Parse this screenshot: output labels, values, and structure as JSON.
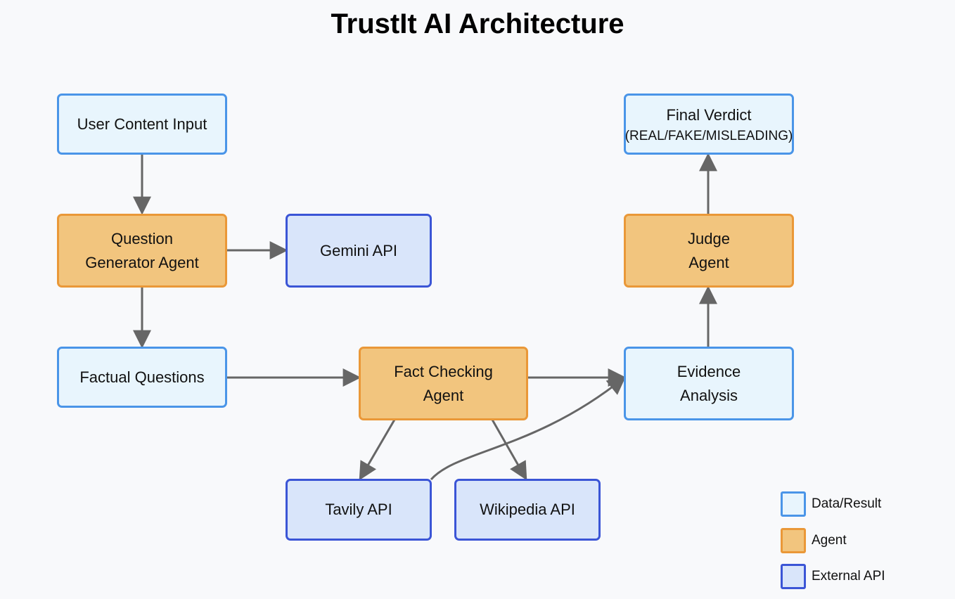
{
  "title": "TrustIt AI Architecture",
  "colors": {
    "data_fill": "#e8f5fd",
    "data_border": "#4a95e8",
    "agent_fill": "#f2c57e",
    "agent_border": "#ea9838",
    "api_fill": "#d9e5fa",
    "api_border": "#3b55d6",
    "arrow": "#666666"
  },
  "nodes": {
    "user_input": {
      "label": "User Content Input",
      "kind": "data"
    },
    "question_generator": {
      "label": "Question",
      "label2": "Generator Agent",
      "kind": "agent"
    },
    "gemini_api": {
      "label": "Gemini API",
      "kind": "api"
    },
    "factual_questions": {
      "label": "Factual Questions",
      "kind": "data"
    },
    "fact_checking": {
      "label": "Fact Checking",
      "label2": "Agent",
      "kind": "agent"
    },
    "tavily_api": {
      "label": "Tavily API",
      "kind": "api"
    },
    "wikipedia_api": {
      "label": "Wikipedia API",
      "kind": "api"
    },
    "evidence_analysis": {
      "label": "Evidence",
      "label2": "Analysis",
      "kind": "data"
    },
    "judge": {
      "label": "Judge",
      "label2": "Agent",
      "kind": "agent"
    },
    "final_verdict": {
      "label": "Final Verdict",
      "sub": "(REAL/FAKE/MISLEADING)",
      "kind": "data"
    }
  },
  "edges": [
    {
      "from": "user_input",
      "to": "question_generator"
    },
    {
      "from": "question_generator",
      "to": "gemini_api"
    },
    {
      "from": "question_generator",
      "to": "factual_questions"
    },
    {
      "from": "factual_questions",
      "to": "fact_checking"
    },
    {
      "from": "fact_checking",
      "to": "tavily_api"
    },
    {
      "from": "fact_checking",
      "to": "wikipedia_api"
    },
    {
      "from": "fact_checking",
      "to": "evidence_analysis"
    },
    {
      "from": "tavily_api",
      "to": "evidence_analysis"
    },
    {
      "from": "evidence_analysis",
      "to": "judge"
    },
    {
      "from": "judge",
      "to": "final_verdict"
    }
  ],
  "legend": {
    "data": "Data/Result",
    "agent": "Agent",
    "api": "External API"
  }
}
